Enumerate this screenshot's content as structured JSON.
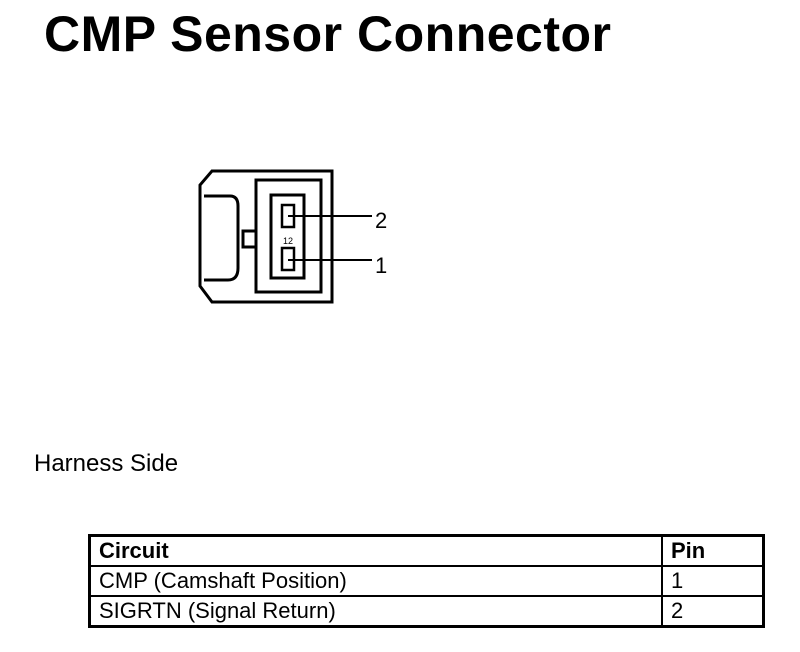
{
  "title": "CMP Sensor Connector",
  "connector": {
    "pin_labels": [
      "2",
      "1"
    ]
  },
  "caption": "Harness Side",
  "table": {
    "headers": [
      "Circuit",
      "Pin"
    ],
    "rows": [
      [
        "CMP (Camshaft Position)",
        "1"
      ],
      [
        "SIGRTN (Signal Return)",
        "2"
      ]
    ]
  }
}
